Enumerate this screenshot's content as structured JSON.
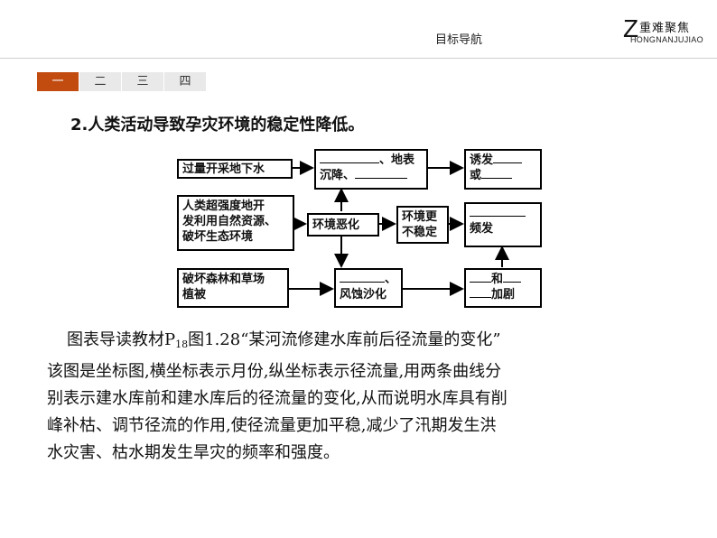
{
  "header": {
    "title": "目标导航",
    "brand_z": "Z",
    "brand_cn": "重难聚焦",
    "brand_pinyin": "HONGNANJUJIAO"
  },
  "tabs": [
    "一",
    "二",
    "三",
    "四"
  ],
  "heading": "2.人类活动导致孕灾环境的稳定性降低。",
  "flow": {
    "b1": "过量开采地下水",
    "b2_line1": "、地表",
    "b2_line2": "沉降、",
    "b3_line1": "诱发",
    "b3_line2": "或",
    "b4_line1": "人类超强度地开",
    "b4_line2": "发利用自然资源、",
    "b4_line3": "破坏生态环境",
    "b5": "环境恶化",
    "b6_line1": "环境更",
    "b6_line2": "不稳定",
    "b7": "频发",
    "b8_line1": "破坏森林和草场",
    "b8_line2": "植被",
    "b9_line1": "、",
    "b9_line2": "风蚀沙化",
    "b10_line1": "和",
    "b10_line2": "加剧"
  },
  "reading": {
    "intro_before": "图表导读教材P",
    "intro_sub": "18",
    "intro_after": "图1.28“某河流修建水库前后径流量的变化”",
    "lines": [
      "该图是坐标图,横坐标表示月份,纵坐标表示径流量,用两条曲线分",
      "别表示建水库前和建水库后的径流量的变化,从而说明水库具有削",
      "峰补枯、调节径流的作用,使径流量更加平稳,减少了汛期发生洪",
      "水灾害、枯水期发生旱灾的频率和强度。"
    ]
  }
}
